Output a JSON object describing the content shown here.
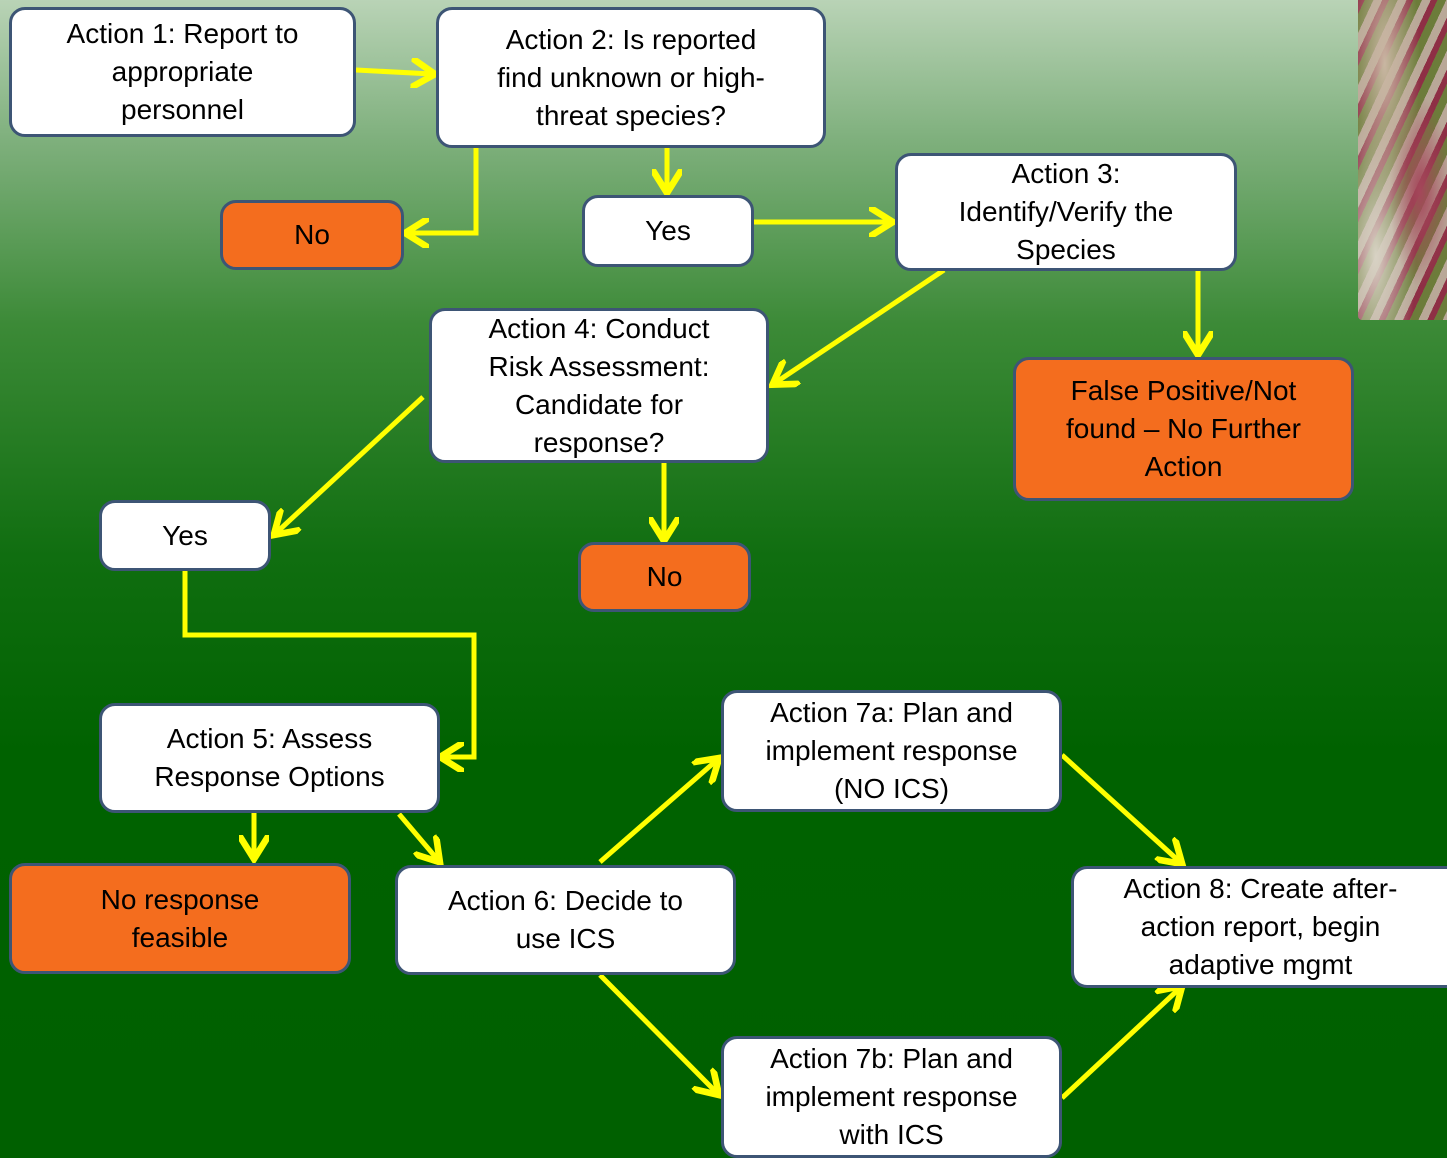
{
  "nodes": {
    "a1": "Action 1: Report to\nappropriate\npersonnel",
    "a2": "Action 2: Is reported\nfind unknown or high-\nthreat species?",
    "no1": "No",
    "yes1": "Yes",
    "a3": "Action 3:\nIdentify/Verify the\nSpecies",
    "a4": "Action 4: Conduct\nRisk Assessment:\nCandidate for\nresponse?",
    "fp": "False Positive/Not\nfound – No Further\nAction",
    "yes2": "Yes",
    "no2": "No",
    "a5": "Action 5: Assess\nResponse Options",
    "noresp": "No response\nfeasible",
    "a6": "Action 6: Decide to\nuse ICS",
    "a7a": "Action 7a: Plan and\nimplement response\n(NO ICS)",
    "a7b": "Action 7b: Plan and\nimplement response\nwith ICS",
    "a8": "Action 8: Create after-\naction report, begin\nadaptive mgmt"
  },
  "colors": {
    "arrow": "#ffff00",
    "box_fill": "#ffffff",
    "terminal_fill": "#f46d1e",
    "border": "#3d5575"
  }
}
